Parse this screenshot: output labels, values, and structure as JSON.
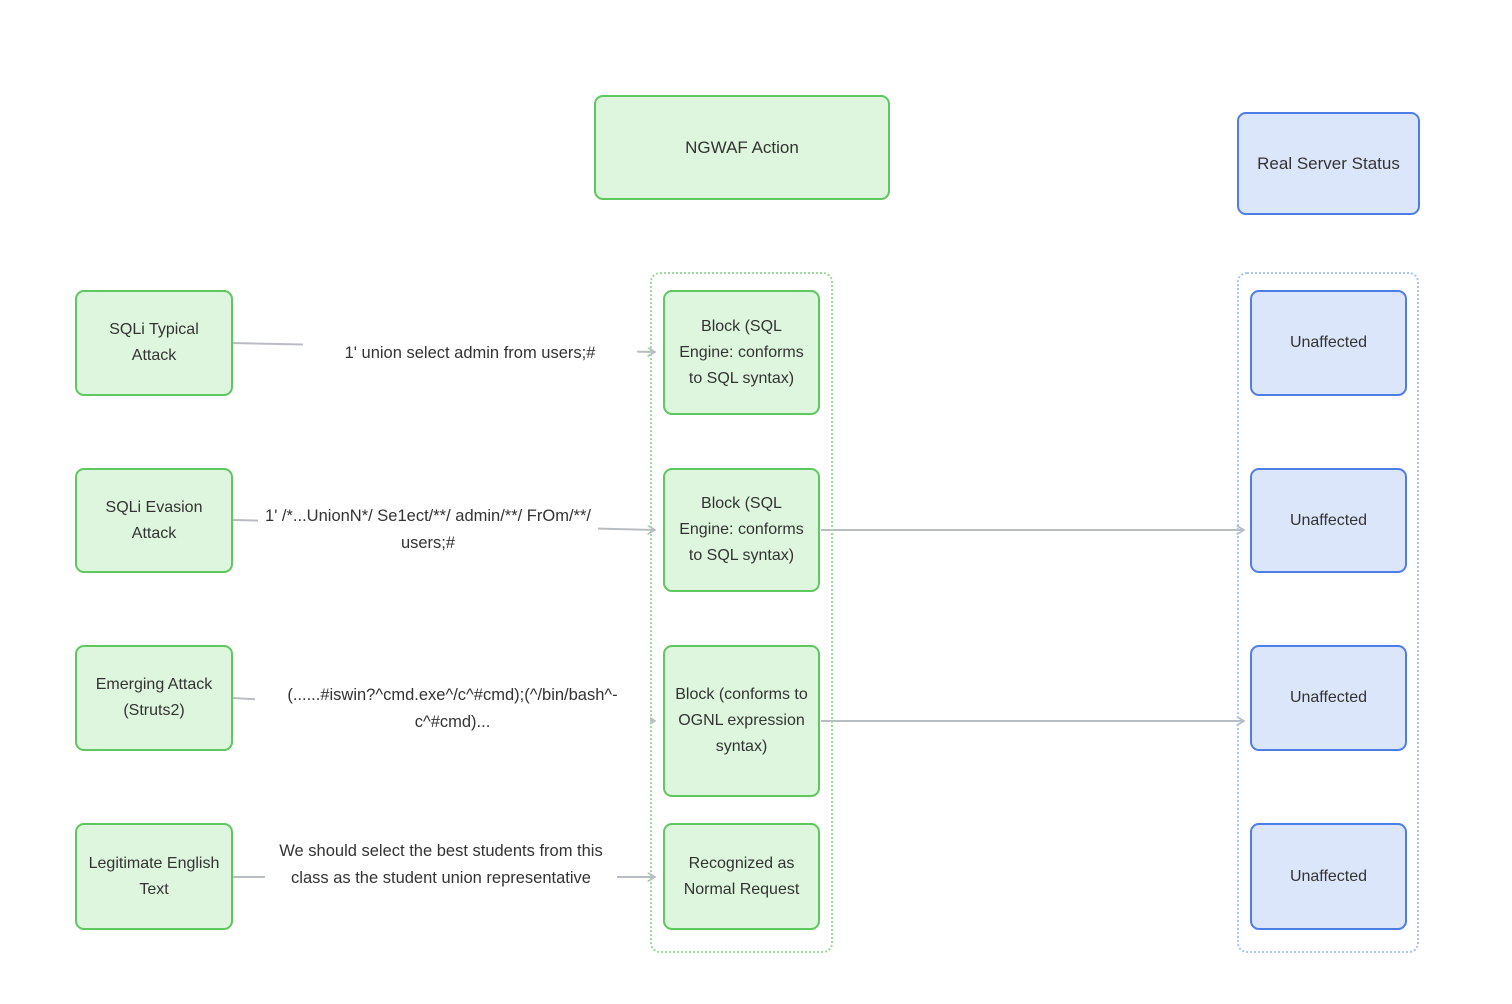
{
  "diagram": {
    "columns": {
      "ngwaf_title": "NGWAF Action",
      "server_title": "Real Server Status"
    },
    "rows": [
      {
        "input": "SQLi Typical Attack",
        "payload": "1' union select admin from users;#",
        "action": "Block (SQL Engine: conforms to SQL syntax)",
        "server": "Unaffected",
        "action_to_server_arrow": false
      },
      {
        "input": "SQLi Evasion Attack",
        "payload": "1' /*...UnionN*/ Se1ect/**/ admin/**/ FrOm/**/ users;#",
        "action": "Block (SQL Engine: conforms to SQL syntax)",
        "server": "Unaffected",
        "action_to_server_arrow": true
      },
      {
        "input": "Emerging Attack (Struts2)",
        "payload": "(......#iswin?^cmd.exe^/c^#cmd);(^/bin/bash^-c^#cmd)...",
        "action": "Block (conforms to OGNL expression syntax)",
        "server": "Unaffected",
        "action_to_server_arrow": true
      },
      {
        "input": "Legitimate English Text",
        "payload": "We should select the best students from this class as the student union representative",
        "action": "Recognized as Normal Request",
        "server": "Unaffected",
        "action_to_server_arrow": false
      }
    ]
  },
  "colors": {
    "node_green_fill": "#ddf6dd",
    "node_green_border": "#5ec75e",
    "node_blue_fill": "#dce6fa",
    "node_blue_border": "#4d7ee8",
    "group_green_border": "#9cd99c",
    "group_blue_border": "#aac4f0",
    "edge": "#b9bdc1",
    "text": "#333333",
    "background": "#ffffff"
  }
}
